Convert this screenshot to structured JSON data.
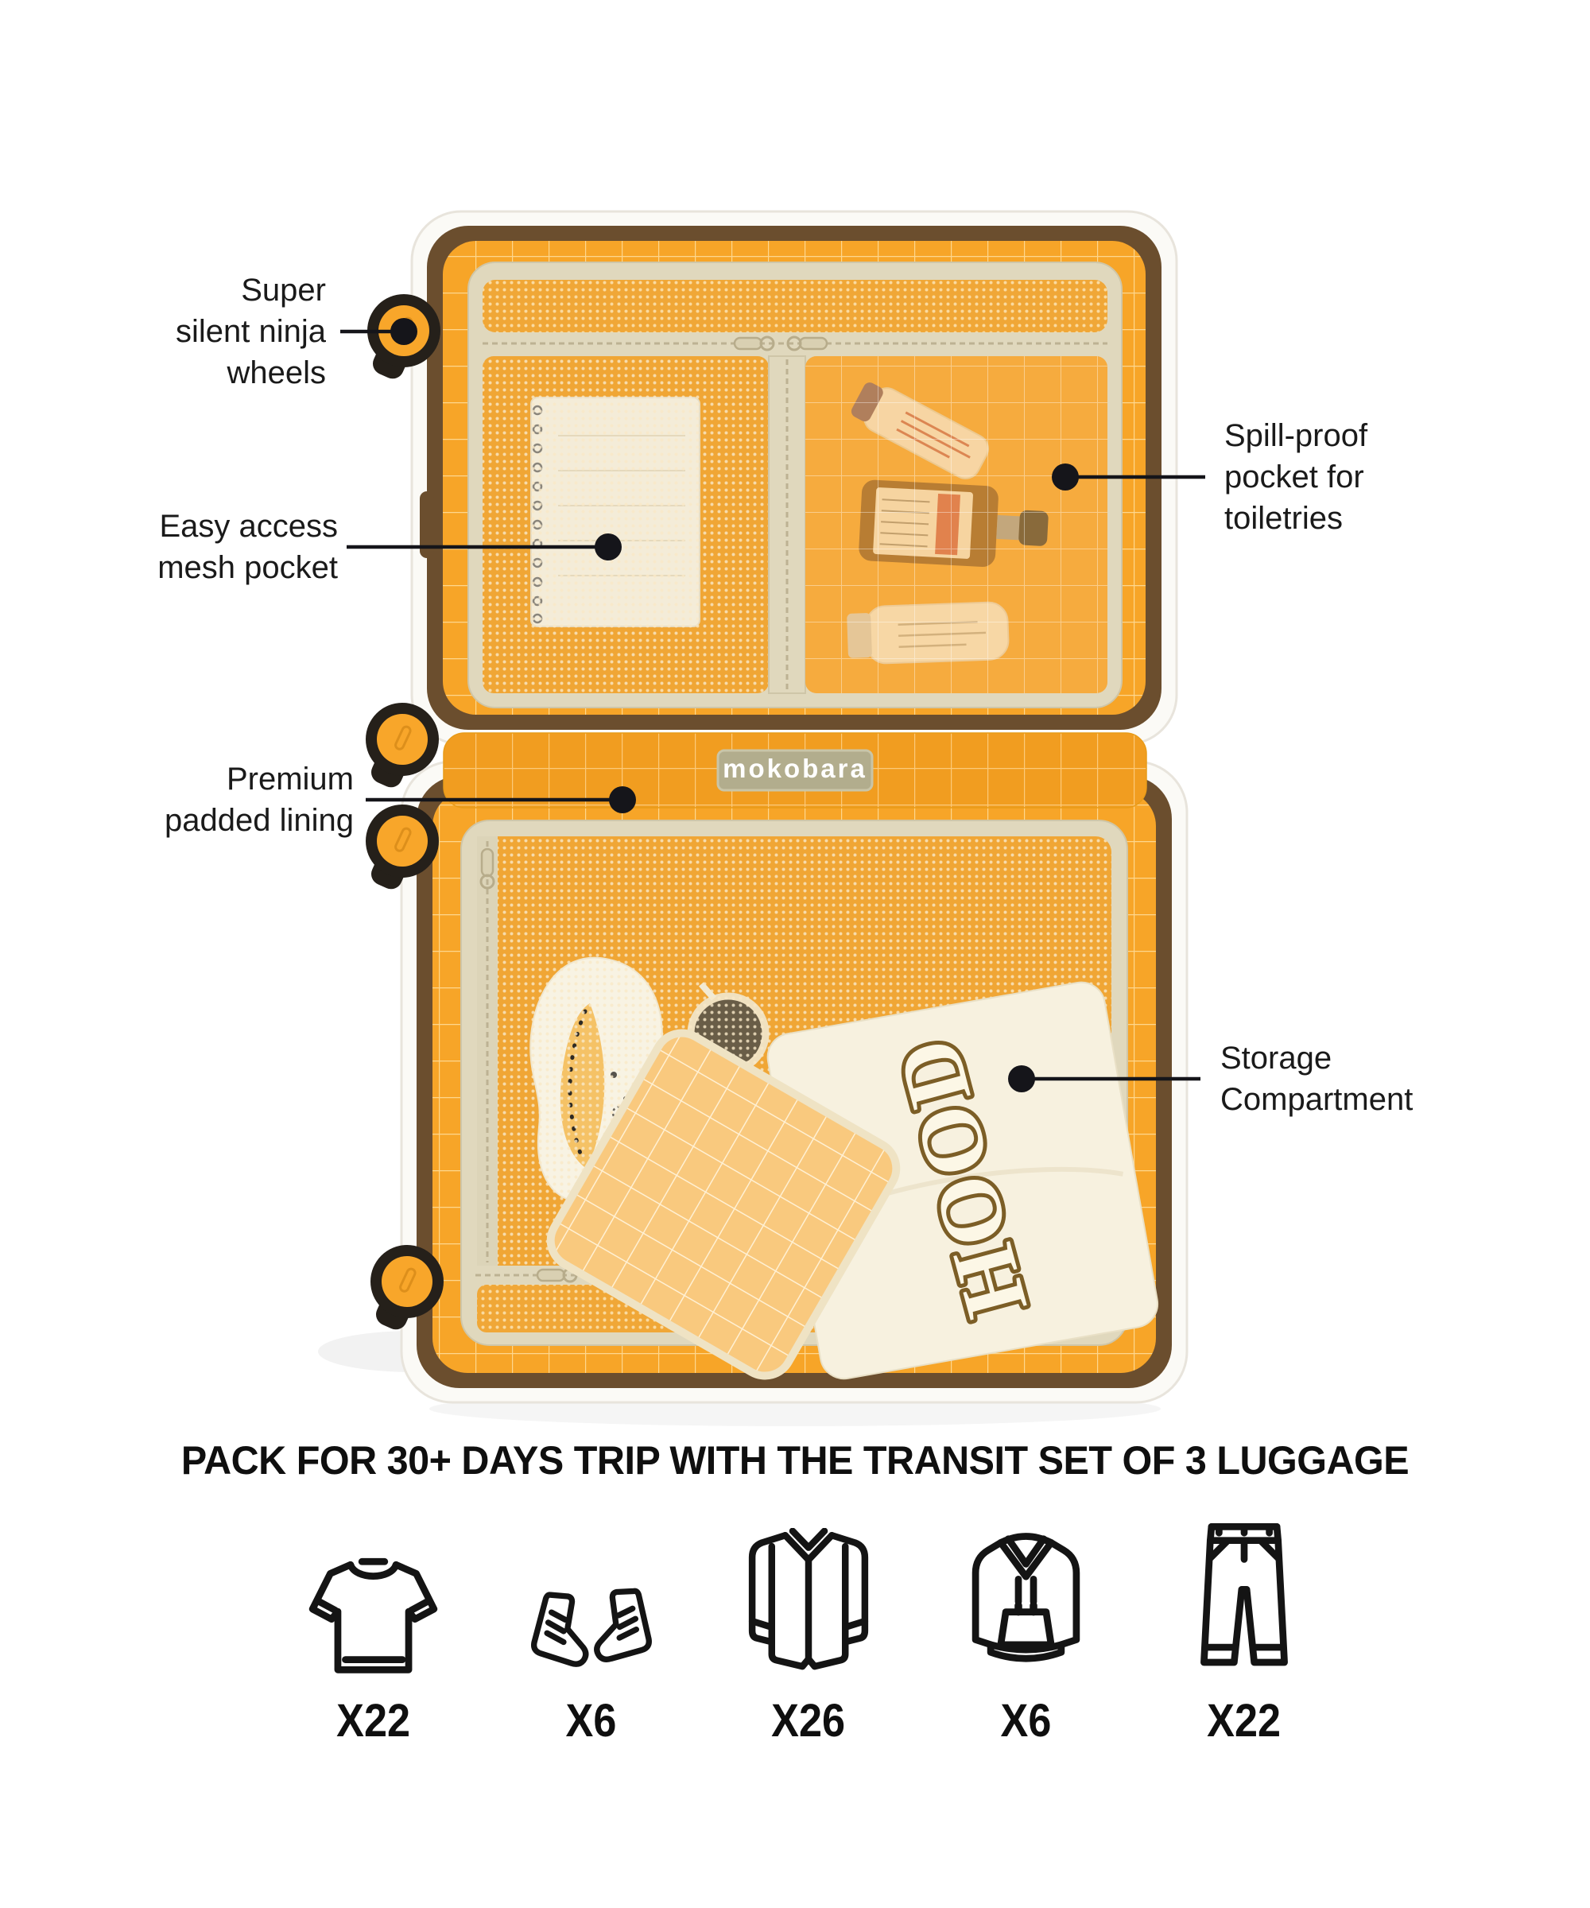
{
  "brand": {
    "patch_label": "mokobara"
  },
  "suitcase": {
    "towel_print": "HOOD",
    "colors": {
      "lining_orange": "#F7A528",
      "mesh_orange": "#F0A737",
      "trim_brown": "#6B4E2E",
      "tape_beige": "#E0D8BD",
      "wheel_orange": "#F8A62A",
      "shell_white": "#FBFAF6",
      "patch_olive": "#B2AD8D",
      "towel_cream": "#F7F1DF",
      "towel_print_brown": "#7C5E26"
    }
  },
  "callouts": {
    "wheels": {
      "text": "Super\nsilent ninja\nwheels"
    },
    "mesh_pocket": {
      "text": "Easy access\nmesh pocket"
    },
    "padded_lining": {
      "text": "Premium\npadded lining"
    },
    "spill_pocket": {
      "text": "Spill-proof\npocket for\ntoiletries"
    },
    "storage": {
      "text": "Storage\nCompartment"
    }
  },
  "packing": {
    "title": "PACK FOR 30+ DAYS TRIP WITH THE TRANSIT SET OF 3 LUGGAGE",
    "items": [
      {
        "icon": "tshirt-icon",
        "count": "X22"
      },
      {
        "icon": "sneakers-icon",
        "count": "X6"
      },
      {
        "icon": "shirt-icon",
        "count": "X26"
      },
      {
        "icon": "hoodie-icon",
        "count": "X6"
      },
      {
        "icon": "pants-icon",
        "count": "X22"
      }
    ]
  }
}
